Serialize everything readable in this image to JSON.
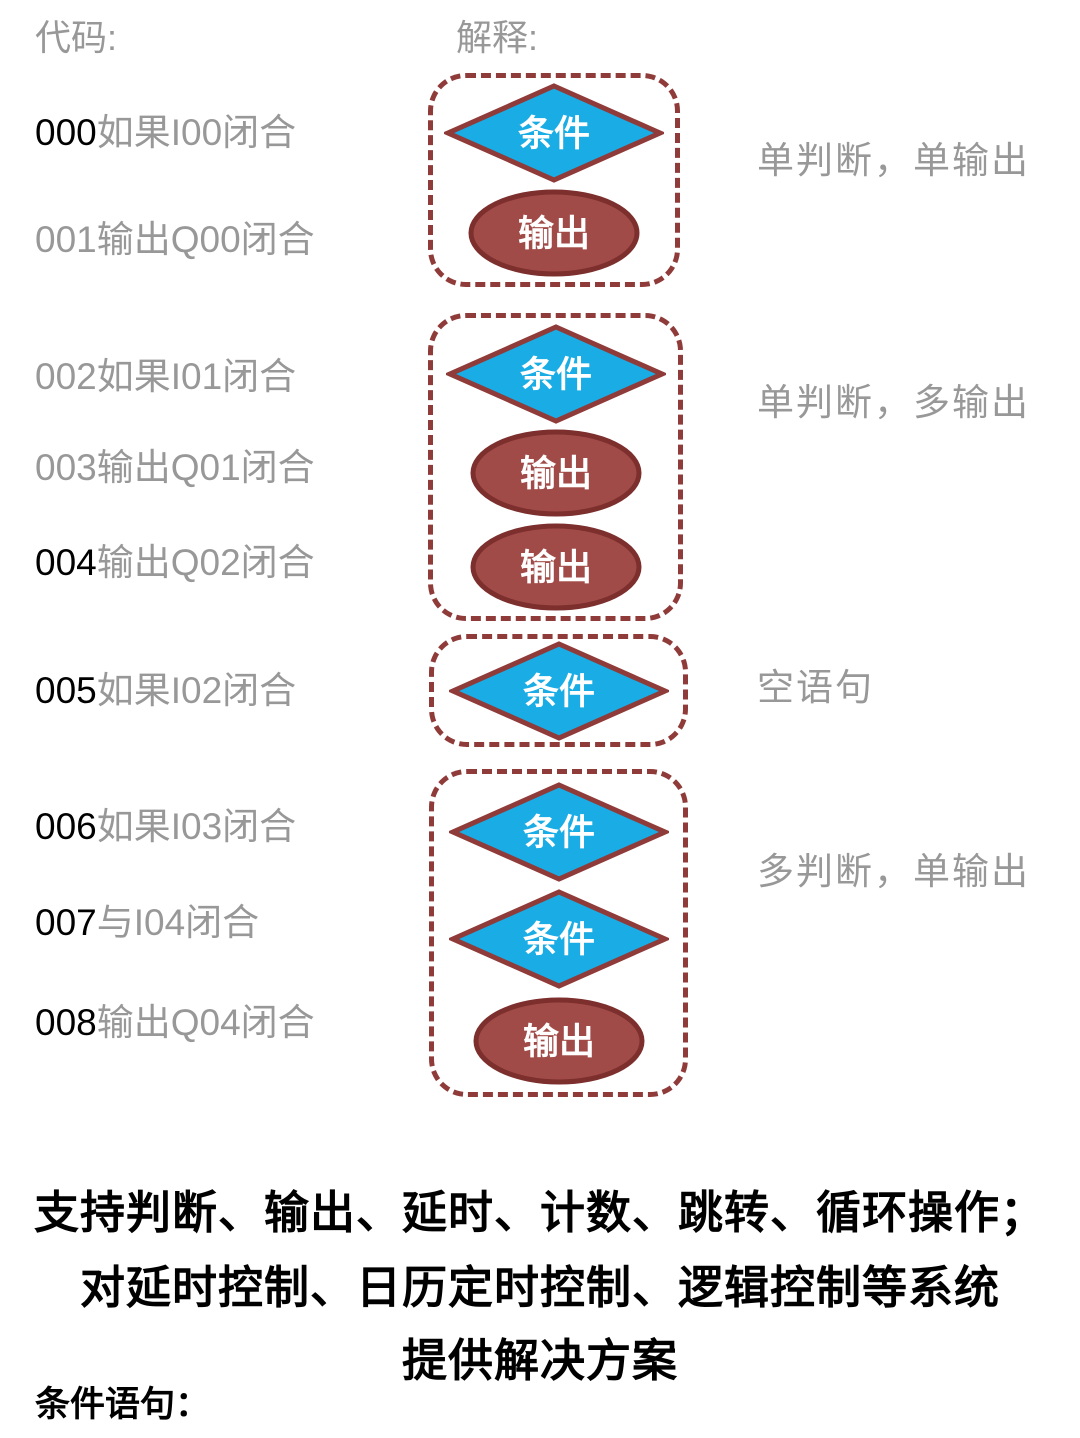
{
  "colors": {
    "gray_text": "#989898",
    "black_text": "#000000",
    "box_border": "#8F3B39",
    "diamond_fill": "#1AACE4",
    "diamond_border": "#8F3B39",
    "ellipse_fill": "#A14B48",
    "ellipse_border": "#7C2F2D",
    "shape_text": "#FFFFFF"
  },
  "headers": {
    "code": "代码:",
    "explain": "解释:"
  },
  "code_lines": [
    {
      "num": "000",
      "text": "如果I00闭合",
      "num_style": "black"
    },
    {
      "num": "001",
      "text": "输出Q00闭合",
      "num_style": "gray"
    },
    {
      "num": "002",
      "text": "如果I01闭合",
      "num_style": "gray"
    },
    {
      "num": "003",
      "text": "输出Q01闭合",
      "num_style": "gray"
    },
    {
      "num": "004",
      "text": "输出Q02闭合",
      "num_style": "black"
    },
    {
      "num": "005",
      "text": "如果I02闭合",
      "num_style": "black"
    },
    {
      "num": "006",
      "text": "如果I03闭合",
      "num_style": "black"
    },
    {
      "num": "007",
      "text": "与I04闭合",
      "num_style": "black"
    },
    {
      "num": "008",
      "text": "输出Q04闭合",
      "num_style": "black"
    }
  ],
  "shapes": {
    "condition": "条件",
    "output": "输出"
  },
  "groups": [
    {
      "shapes": [
        "condition",
        "output"
      ],
      "label": "单判断，单输出"
    },
    {
      "shapes": [
        "condition",
        "output",
        "output"
      ],
      "label": "单判断，多输出"
    },
    {
      "shapes": [
        "condition"
      ],
      "label": "空语句"
    },
    {
      "shapes": [
        "condition",
        "condition",
        "output"
      ],
      "label": "多判断，单输出"
    }
  ],
  "footer": {
    "line1": "支持判断、输出、延时、计数、跳转、循环操作；",
    "line2": "对延时控制、日历定时控制、逻辑控制等系统",
    "line3": "提供解决方案",
    "section_title": "条件语句："
  }
}
